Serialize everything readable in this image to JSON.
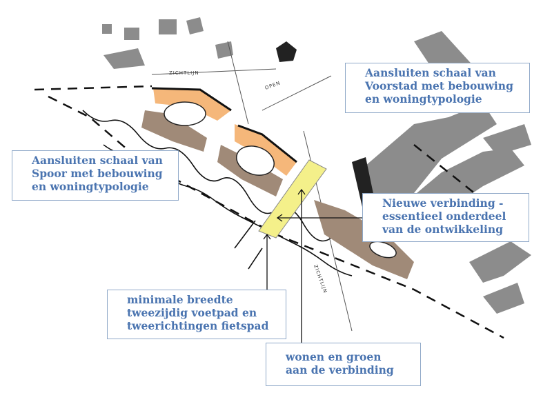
{
  "notes": {
    "voorstad": [
      "Aansluiten schaal van",
      "Voorstad met bebouwing",
      "en woningtypologie"
    ],
    "spoor": [
      "Aansluiten schaal van",
      "Spoor met bebouwing",
      "en woningtypologie"
    ],
    "verbinding": [
      "Nieuwe verbinding -",
      "essentieel onderdeel",
      "van de ontwikkeling"
    ],
    "breedte": [
      "minimale breedte",
      "tweezijdig voetpad en",
      "tweerichtingen fietspad"
    ],
    "wonen": [
      "wonen en groen",
      "aan de verbinding"
    ]
  },
  "sketch_labels": {
    "zichtlijn_1": "ZICHTLIJN",
    "open": "OPEN",
    "zichtlijn_2": "ZICHTLIJN"
  },
  "colors": {
    "note_text": "#4a74b0",
    "note_border": "#8fa8c8",
    "buildings": "#8c8c8c",
    "orange": "#f5b77a",
    "brown": "#a08a78",
    "yellow": "#f4f08a"
  }
}
